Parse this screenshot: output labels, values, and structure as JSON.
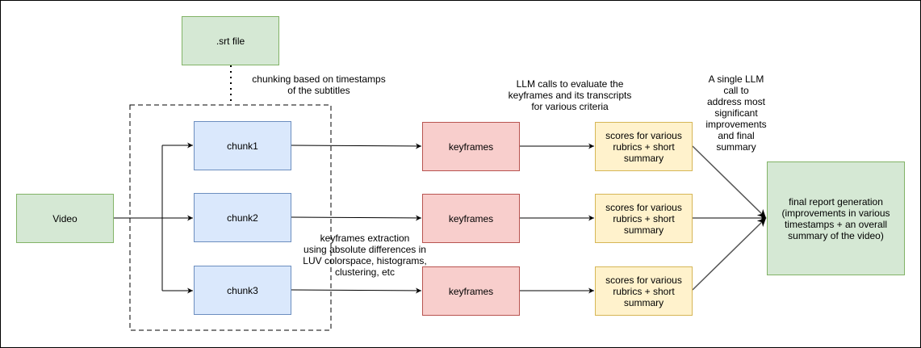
{
  "nodes": {
    "srt_file": ".srt file",
    "video": "Video",
    "chunk1": "chunk1",
    "chunk2": "chunk2",
    "chunk3": "chunk3",
    "keyframes1": "keyframes",
    "keyframes2": "keyframes",
    "keyframes3": "keyframes",
    "scores1": "scores for various rubrics + short summary",
    "scores2": "scores for various rubrics + short summary",
    "scores3": "scores for various rubrics + short summary",
    "final_report": "final report generation (improvements in various timestamps + an overall summary of the video)"
  },
  "annotations": {
    "chunking": "chunking based on timestamps\nof the subtitles",
    "llm_calls": "LLM calls to evaluate the\nkeyframes and its transcripts\nfor various criteria",
    "single_llm": "A single LLM\ncall to\naddress most\nsignificant\nimprovements\nand final\nsummary",
    "keyframes_extraction": "keyframes extraction\nusing absolute differences in\nLUV colorspace, histograms,\nclustering, etc"
  },
  "colors": {
    "green_fill": "#d5e8d4",
    "blue_fill": "#dae8fc",
    "red_fill": "#f8cecc",
    "yellow_fill": "#fff2cc",
    "line": "#000000",
    "converge_line": "#555555"
  }
}
